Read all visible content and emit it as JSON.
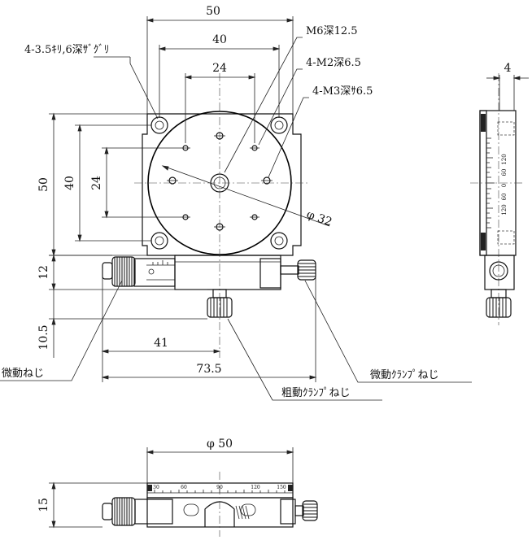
{
  "dimensions": {
    "top_width_50": "50",
    "top_width_40": "40",
    "top_width_24": "24",
    "left_height_50": "50",
    "left_height_40": "40",
    "left_height_24": "24",
    "side_height_12": "12",
    "side_height_10_5": "10.5",
    "base_41": "41",
    "base_73_5": "73.5",
    "side_view_4": "4",
    "diameter_32": "φ 32",
    "bottom_diameter_50": "φ 50",
    "bottom_height_15": "15"
  },
  "callouts": {
    "counterbore": "4-3.5ｷﾘ,6深ｻﾞｸﾞﾘ",
    "m6": "M6深12.5",
    "m2": "4-M2深6.5",
    "m3": "4-M3深ｻ6.5"
  },
  "parts": {
    "fine_screw": "微動ねじ",
    "fine_clamp": "微動ｸﾗﾝﾌﾟねじ",
    "coarse_clamp": "粗動ｸﾗﾝﾌﾟねじ"
  },
  "scale_top": {
    "ticks": [
      "30",
      "60",
      "90",
      "120",
      "150"
    ]
  },
  "scale_side": {
    "ticks": [
      "120",
      "60",
      "0",
      "60",
      "120"
    ]
  }
}
